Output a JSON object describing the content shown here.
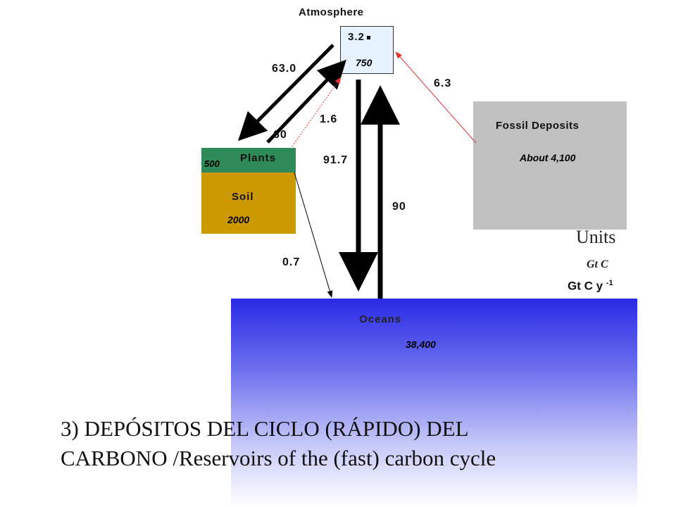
{
  "atmosphere": {
    "title": "Atmosphere",
    "increase": "3.2",
    "stock": "750"
  },
  "plants": {
    "label": "Plants",
    "stock": "500"
  },
  "soil": {
    "label": "Soil",
    "stock": "2000"
  },
  "fossil": {
    "label": "Fossil Deposits",
    "stock": "About 4,100"
  },
  "oceans": {
    "label": "Oceans",
    "stock": "38,400"
  },
  "fluxes": {
    "photosynthesis": "63.0",
    "respiration": "60",
    "land_use": "1.6",
    "fossil_emissions": "6.3",
    "ocean_uptake": "91.7",
    "ocean_release": "90",
    "runoff": "0.7"
  },
  "units": {
    "title": "Units",
    "stock_unit": "Gt C",
    "flux_unit": "Gt C y",
    "flux_exp": "-1"
  },
  "caption": {
    "line1": "3) DEPÓSITOS DEL CICLO (RÁPIDO) DEL",
    "line2": "CARBONO /Reservoirs of the (fast) carbon cycle"
  },
  "colors": {
    "plants": "#2e8b57",
    "soil": "#cc9900",
    "fossil": "#c0c0c0",
    "ocean_top": "#2a2ae6",
    "atmosphere": "#e6f2ff",
    "fossil_arrow": "#e03030"
  }
}
